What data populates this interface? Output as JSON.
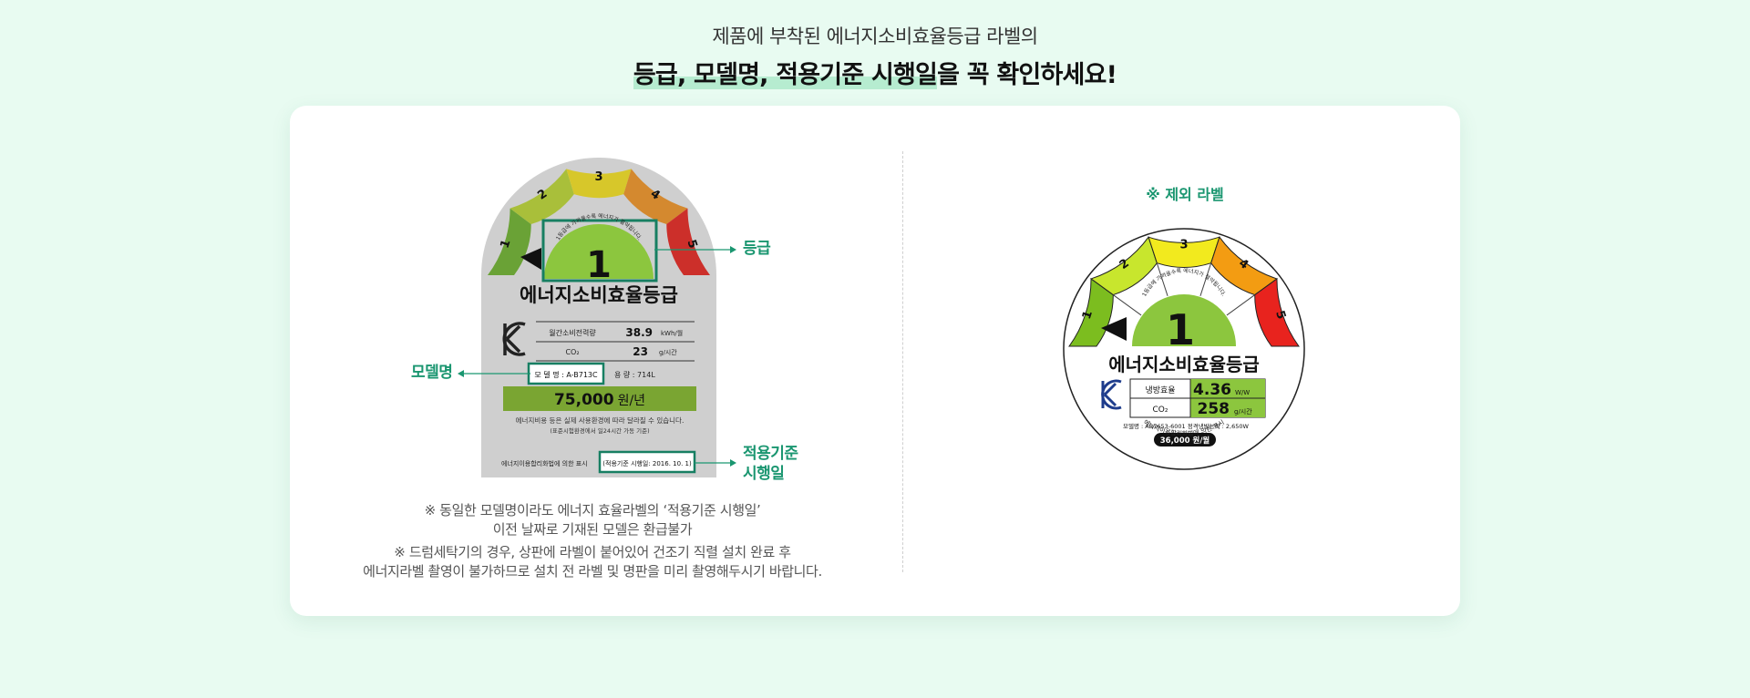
{
  "heading": {
    "line1": "제품에 부착된 에너지소비효율등급 라벨의",
    "line2_highlight": "등급, 모델명, 적용기준 시행일",
    "line2_rest": "을 꼭 확인하세요!"
  },
  "left_label": {
    "grades": [
      "1",
      "2",
      "3",
      "4",
      "5"
    ],
    "current_grade": "1",
    "arc_text": "1등급에 가까울수록 에너지가 절약됩니다.",
    "title": "에너지소비효율등급",
    "rows": [
      {
        "label": "월간소비전력량",
        "value": "38.9",
        "unit": "kWh/월"
      },
      {
        "label": "CO₂",
        "value": "23",
        "unit": "g/시간"
      }
    ],
    "model": "모 델 명 : A-B713C",
    "capacity": "용    량 : 714L",
    "cost_value": "75,000",
    "cost_unit": "원/년",
    "note1": "에너지비용 등은 실제 사용환경에 따라 달라질 수 있습니다.",
    "note2": "(표준시험환경에서 일24시간 가동 기준)",
    "footer_law": "에너지이용합리화법에 의한 표시",
    "footer_date": "(적용기준 시행일: 2016. 10. 1)",
    "colors": {
      "g1": "#6aa236",
      "g2": "#a9bf3a",
      "g3": "#d7c72a",
      "g4": "#d4892f",
      "g5": "#cc2f2a",
      "bg": "#cfcfcf",
      "cost_bar": "#7aa532"
    }
  },
  "callouts": {
    "grade": "등급",
    "model": "모델명",
    "date_line1": "적용기준",
    "date_line2": "시행일",
    "color": "#1a9670"
  },
  "notes": {
    "line1": "※ 동일한 모델명이라도 에너지 효율라벨의 ‘적용기준 시행일’",
    "line2": "이전 날짜로 기재된 모델은 환급불가",
    "line3": "※ 드럼세탁기의 경우, 상판에 라벨이 붙어있어   건조기 직렬 설치 완료 후",
    "line4": "에너지라벨 촬영이 불가하므로 설치 전 라벨 및 명판을 미리 촬영해두시기 바랍니다."
  },
  "right_label": {
    "caption": "※ 제외 라벨",
    "grades": [
      "1",
      "2",
      "3",
      "4",
      "5"
    ],
    "current_grade": "1",
    "arc_text": "1등급에 가까울수록 에너지가 절약됩니다.",
    "title": "에너지소비효율등급",
    "rows": [
      {
        "label": "냉방효율",
        "value": "4.36",
        "unit": "W/W"
      },
      {
        "label": "CO₂",
        "value": "258",
        "unit": "g/시간"
      }
    ],
    "model_line": "모델명 : AB7653-6001   정격냉방능력 : 2,650W",
    "cost": "36,000 원/월",
    "footer_law": "에너지이용합리화법에 의한 표시",
    "colors": {
      "g1": "#7cbd1f",
      "g2": "#c8e62d",
      "g3": "#f2ea1e",
      "g4": "#f39c12",
      "g5": "#e8231e",
      "value_bg": "#8cc63e"
    }
  }
}
